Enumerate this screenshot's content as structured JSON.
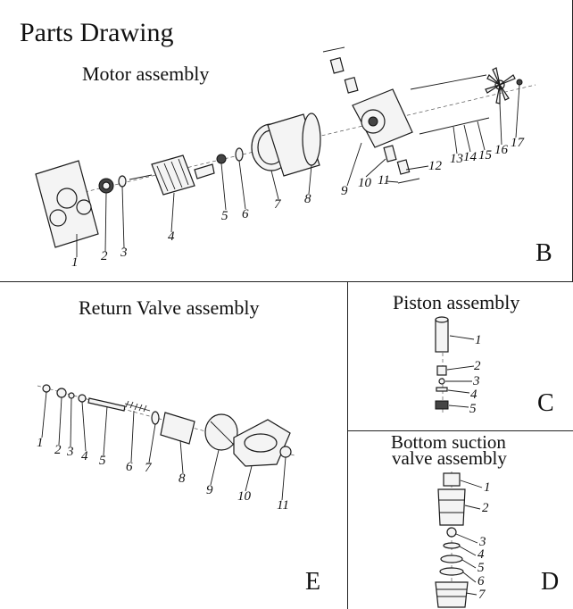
{
  "page_title": "Parts Drawing",
  "panels": {
    "B": {
      "title": "Motor assembly",
      "letter": "B",
      "parts": [
        "1",
        "2",
        "3",
        "4",
        "5",
        "6",
        "7",
        "8",
        "9",
        "10",
        "11",
        "12",
        "13",
        "14",
        "15",
        "16",
        "17"
      ]
    },
    "E": {
      "title": "Return Valve assembly",
      "letter": "E",
      "parts": [
        "1",
        "2",
        "3",
        "4",
        "5",
        "6",
        "7",
        "8",
        "9",
        "10",
        "11"
      ]
    },
    "C": {
      "title": "Piston assembly",
      "letter": "C",
      "parts": [
        "1",
        "2",
        "3",
        "4",
        "5"
      ]
    },
    "D": {
      "title_line1": "Bottom suction",
      "title_line2": "valve assembly",
      "letter": "D",
      "parts": [
        "1",
        "2",
        "3",
        "4",
        "5",
        "6",
        "7"
      ]
    }
  }
}
